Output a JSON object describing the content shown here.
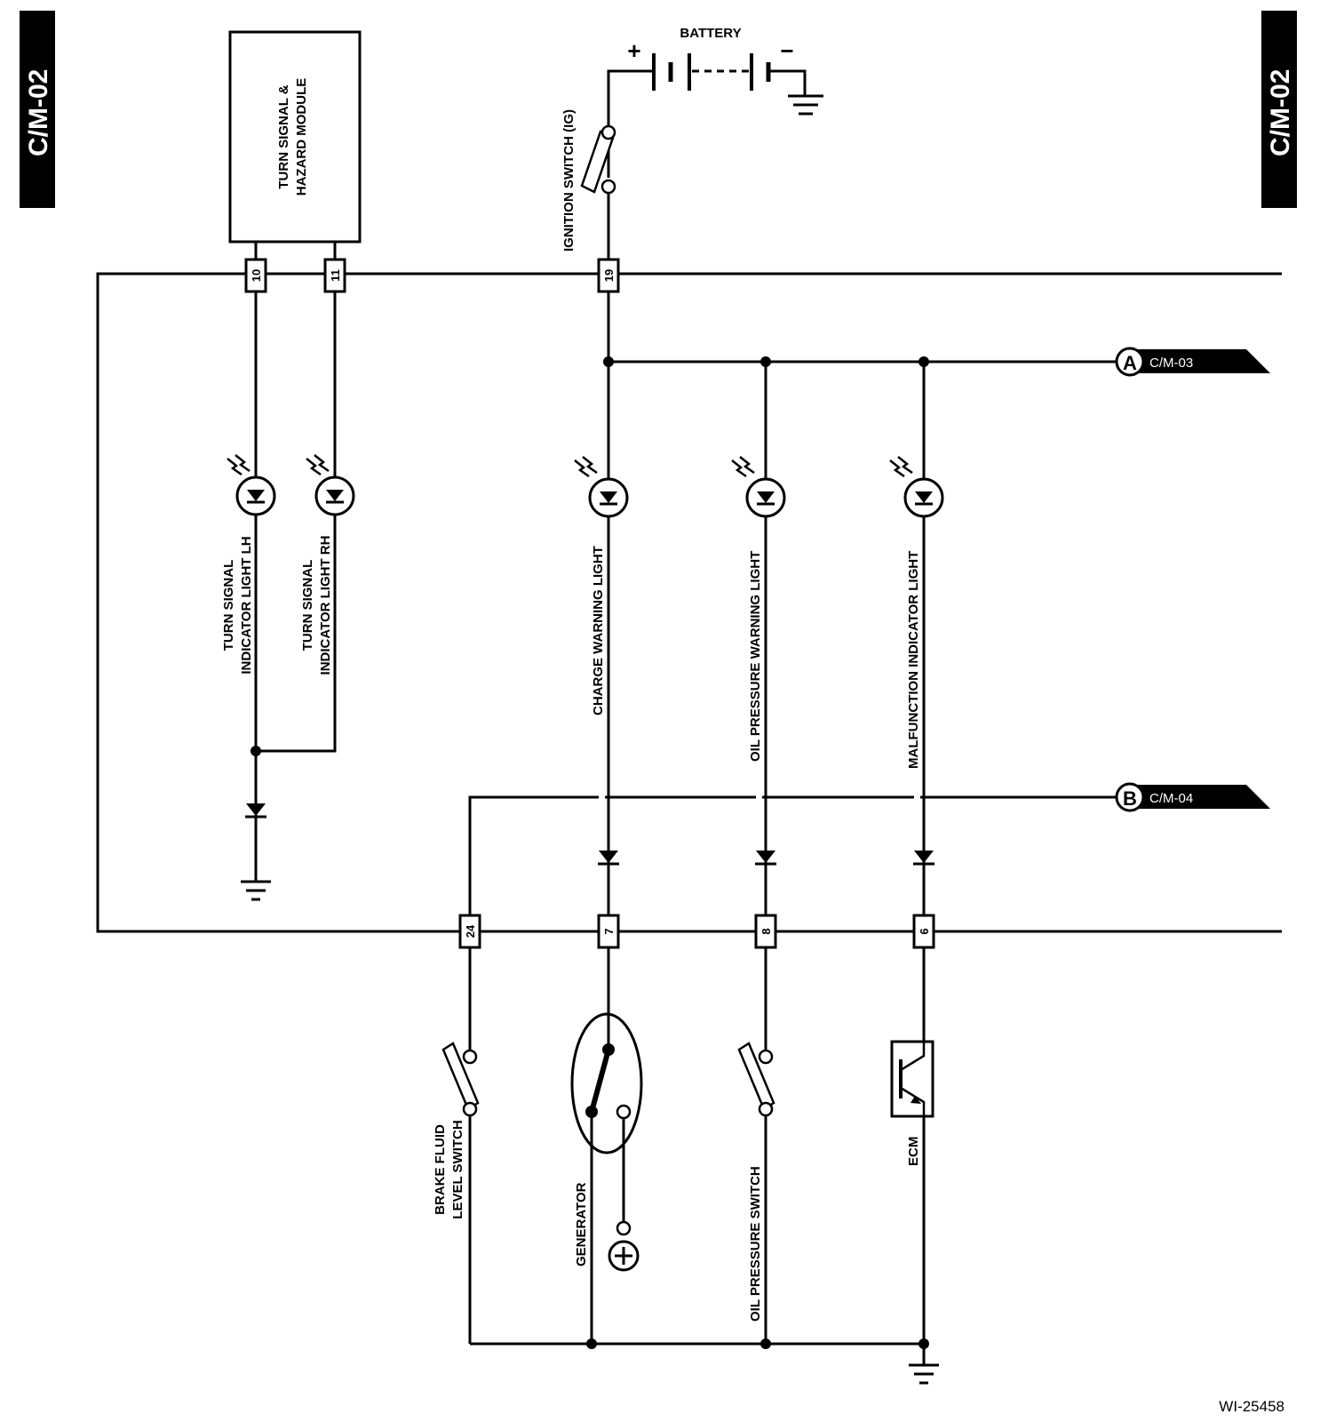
{
  "page_tags": {
    "left": "C/M-02",
    "right": "C/M-02"
  },
  "figure_id": "WI-25458",
  "components": {
    "module": {
      "line1": "TURN SIGNAL &",
      "line2": "HAZARD MODULE"
    },
    "battery": {
      "label": "BATTERY",
      "plus": "+",
      "minus": "−"
    },
    "ignition_switch": "IGNITION SWITCH (IG)",
    "turn_lh": {
      "line1": "TURN SIGNAL",
      "line2": "INDICATOR LIGHT LH"
    },
    "turn_rh": {
      "line1": "TURN SIGNAL",
      "line2": "INDICATOR LIGHT RH"
    },
    "charge_light": "CHARGE WARNING LIGHT",
    "oil_light": "OIL PRESSURE WARNING LIGHT",
    "mil_light": "MALFUNCTION INDICATOR LIGHT",
    "brake_switch": {
      "line1": "BRAKE FLUID",
      "line2": "LEVEL SWITCH"
    },
    "generator": "GENERATOR",
    "oil_switch": "OIL PRESSURE SWITCH",
    "ecm": "ECM"
  },
  "connectors": {
    "a": {
      "letter": "A",
      "ref": "C/M-03"
    },
    "b": {
      "letter": "B",
      "ref": "C/M-04"
    }
  },
  "pins": {
    "top": [
      "10",
      "11",
      "19"
    ],
    "bottom": [
      "24",
      "7",
      "8",
      "6"
    ]
  }
}
